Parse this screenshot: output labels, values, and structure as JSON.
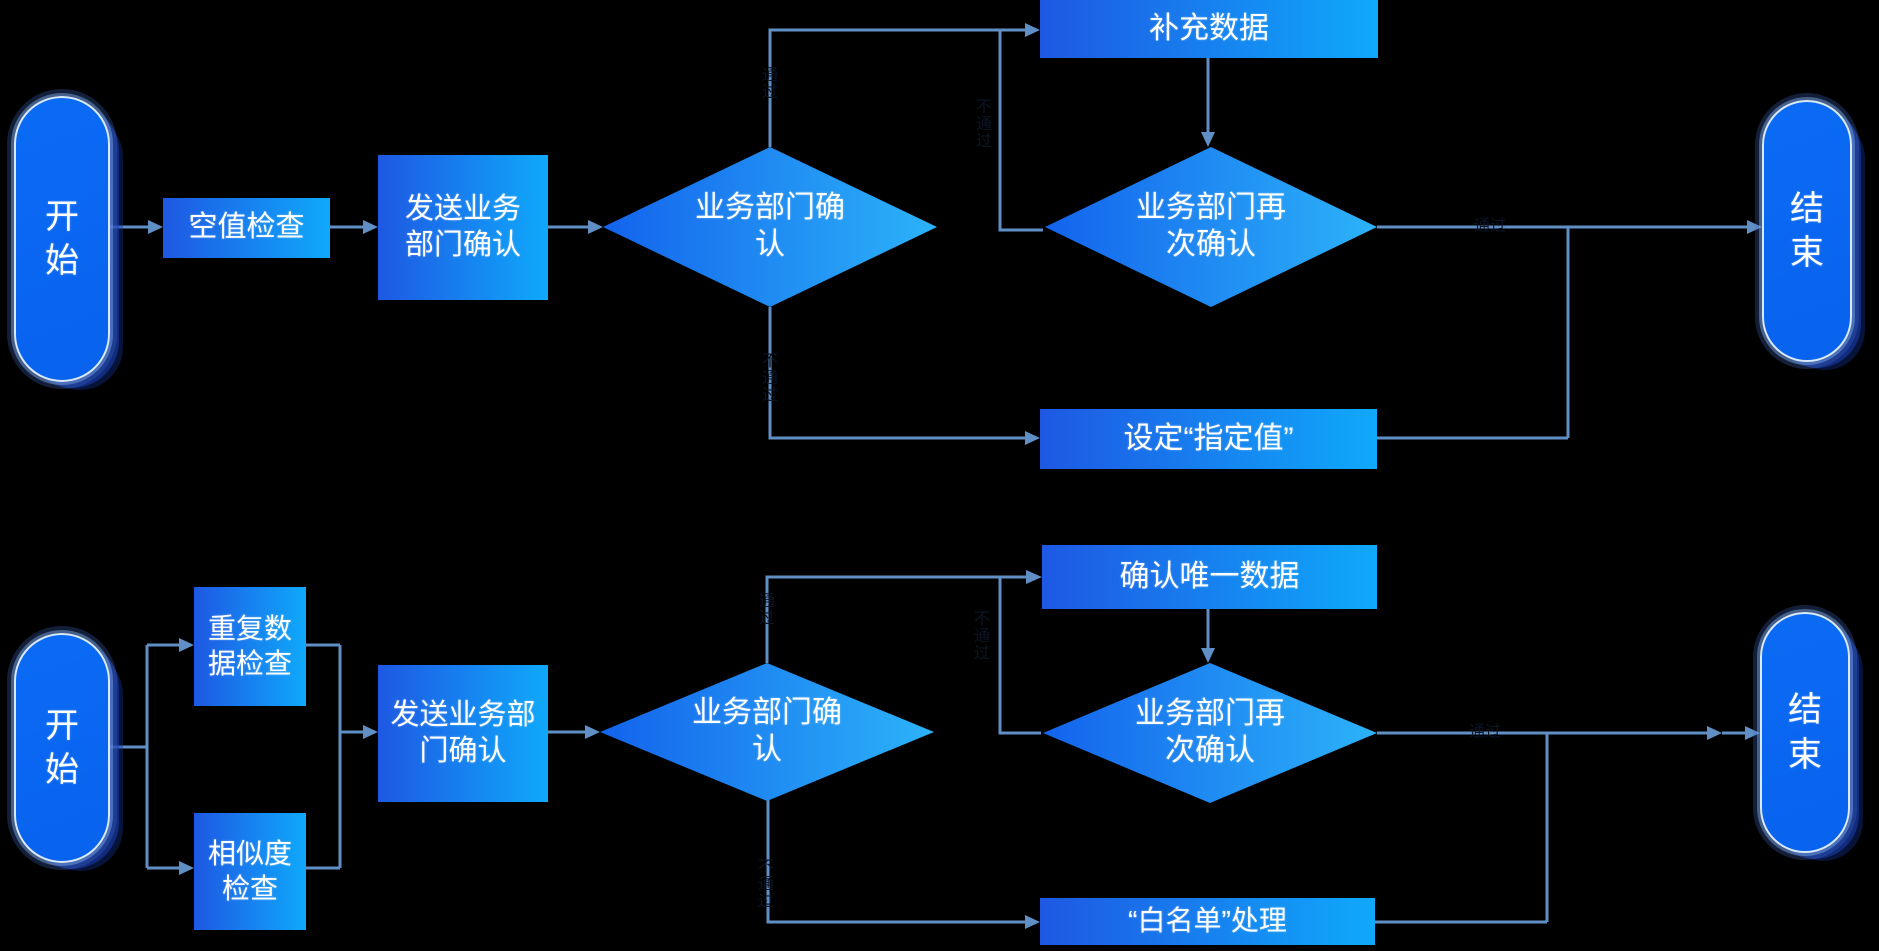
{
  "colors": {
    "background": "#000000",
    "connector": "#5f8fc5",
    "edge_label_text": "#0d1424",
    "process_gradient_start": "#1e58e3",
    "process_gradient_end": "#0fa9fb",
    "diamond_gradient_start": "#1363ec",
    "diamond_gradient_end": "#2cb3f9",
    "pill_fill": "#0968f2",
    "pill_ring": "#d9eafc",
    "node_text": "#ffffff"
  },
  "flow1": {
    "start_label": "开\n始",
    "null_check": "空值检查",
    "send_confirm": "发送业务\n部门确认",
    "confirm_decision": "业务部门确\n认",
    "supplement_data": "补充数据",
    "reconfirm_decision": "业务部门再\n次确认",
    "set_value": "设定“指定值”",
    "end_label": "结\n束",
    "label_pass_vertical": "通\n过",
    "label_fail_vertical": "不\n通\n过",
    "label_loop_back": "不\n通\n过",
    "label_pass_horizontal": "通过"
  },
  "flow2": {
    "start_label": "开\n始",
    "dup_check": "重复数\n据检查",
    "sim_check": "相似度\n检查",
    "send_confirm": "发送业务部\n门确认",
    "confirm_decision": "业务部门确\n认",
    "unique_data": "确认唯一数据",
    "reconfirm_decision": "业务部门再\n次确认",
    "whitelist": "“白名单”处理",
    "end_label": "结\n束",
    "label_pass_vertical": "通\n过",
    "label_fail_vertical": "不\n通\n过",
    "label_loop_back": "不\n通\n过",
    "label_pass_horizontal": "通过"
  }
}
